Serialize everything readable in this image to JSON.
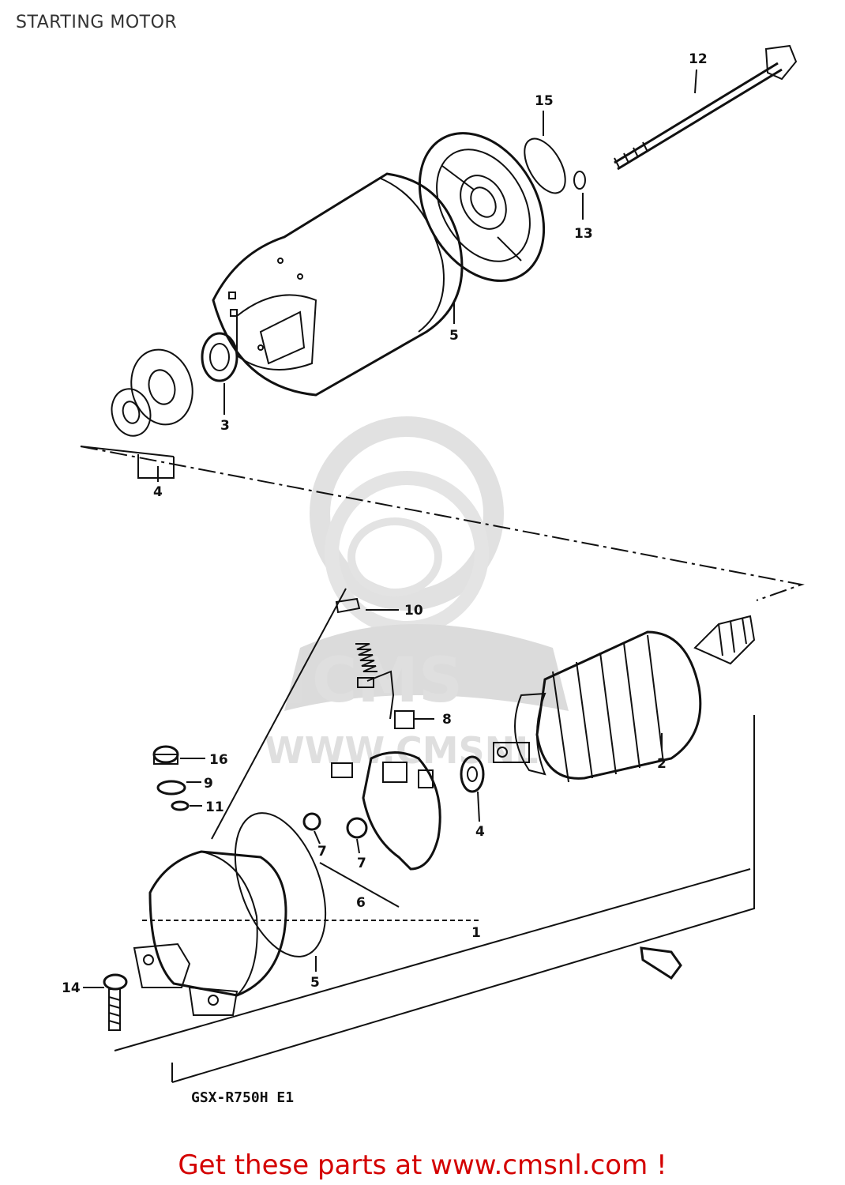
{
  "header": {
    "title": "STARTING MOTOR"
  },
  "model_code": "GSX-R750H E1",
  "watermark": {
    "brand": "CMS",
    "url": "WWW.CMSNL"
  },
  "callouts": [
    "12",
    "15",
    "13",
    "5",
    "3",
    "4",
    "10",
    "8",
    "2",
    "16",
    "9",
    "11",
    "7",
    "7",
    "6",
    "4",
    "1",
    "5",
    "14"
  ],
  "footer": {
    "text": "Get these parts at www.cmsnl.com !",
    "color": "#d40000"
  }
}
